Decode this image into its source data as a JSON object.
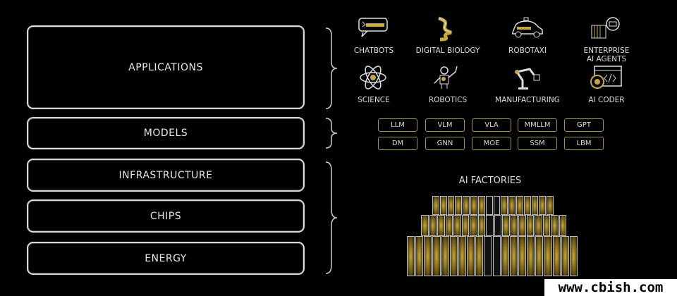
{
  "layers": [
    "APPLICATIONS",
    "MODELS",
    "INFRASTRUCTURE",
    "CHIPS",
    "ENERGY"
  ],
  "applications": [
    {
      "label": "CHATBOTS",
      "icon": "chat-bubble-icon"
    },
    {
      "label": "DIGITAL BIOLOGY",
      "icon": "dna-icon"
    },
    {
      "label": "ROBOTAXI",
      "icon": "car-icon"
    },
    {
      "label": "ENTERPRISE AI AGENTS",
      "icon": "agent-robot-icon"
    },
    {
      "label": "SCIENCE",
      "icon": "atom-icon"
    },
    {
      "label": "ROBOTICS",
      "icon": "humanoid-robot-icon"
    },
    {
      "label": "MANUFACTURING",
      "icon": "robot-arm-icon"
    },
    {
      "label": "AI CODER",
      "icon": "code-window-icon"
    }
  ],
  "models": [
    "LLM",
    "VLM",
    "VLA",
    "MMLLM",
    "GPT",
    "DM",
    "GNN",
    "MOE",
    "SSM",
    "LBM"
  ],
  "factories_label": "AI FACTORIES",
  "watermark": "www.cbish.com",
  "colors": {
    "gold": "#c9a935",
    "line": "#d8d8d8"
  }
}
